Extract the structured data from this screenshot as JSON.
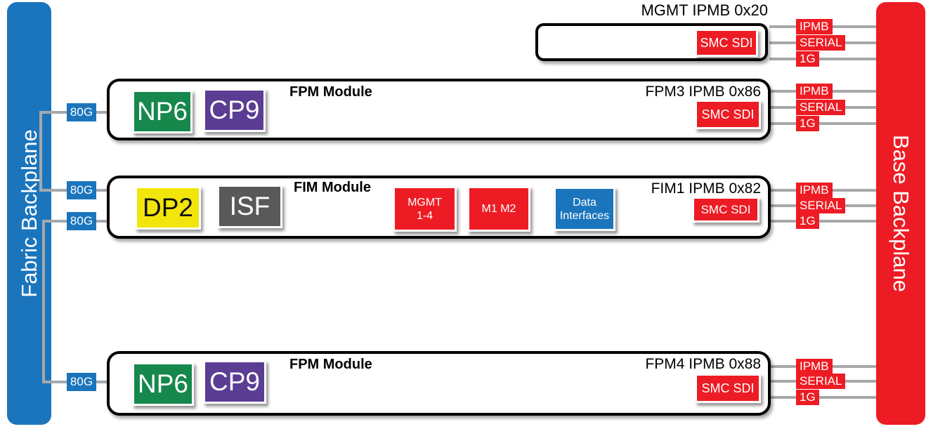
{
  "diagram": {
    "fabric_backplane": "Fabric Backplane",
    "base_backplane": "Base Backplane",
    "fabric_port": "80G",
    "bus": {
      "ipmb": "IPMB",
      "serial": "SERIAL",
      "g1": "1G"
    },
    "modules": {
      "mgmt": {
        "title": "MGMT IPMB 0x20",
        "smc": "SMC SDI"
      },
      "fpm3": {
        "type": "FPM Module",
        "id": "FPM3 IPMB 0x86",
        "np6": "NP6",
        "cp9": "CP9",
        "smc": "SMC SDI"
      },
      "fim1": {
        "type": "FIM Module",
        "id": "FIM1 IPMB 0x82",
        "dp2": "DP2",
        "isf": "ISF",
        "mgmt_ports_line1": "MGMT",
        "mgmt_ports_line2": "1-4",
        "m1m2": "M1 M2",
        "data_if_line1": "Data",
        "data_if_line2": "Interfaces",
        "smc": "SMC SDI"
      },
      "fpm4": {
        "type": "FPM Module",
        "id": "FPM4 IPMB 0x88",
        "np6": "NP6",
        "cp9": "CP9",
        "smc": "SMC SDI"
      }
    },
    "colors": {
      "fabric_blue": "#1b75bc",
      "base_red": "#ed1c24",
      "np6_green": "#16884c",
      "cp9_purple": "#5b3d94",
      "dp2_yellow": "#f2e50b",
      "isf_gray": "#595959",
      "line_gray": "#a6a8ab"
    }
  }
}
